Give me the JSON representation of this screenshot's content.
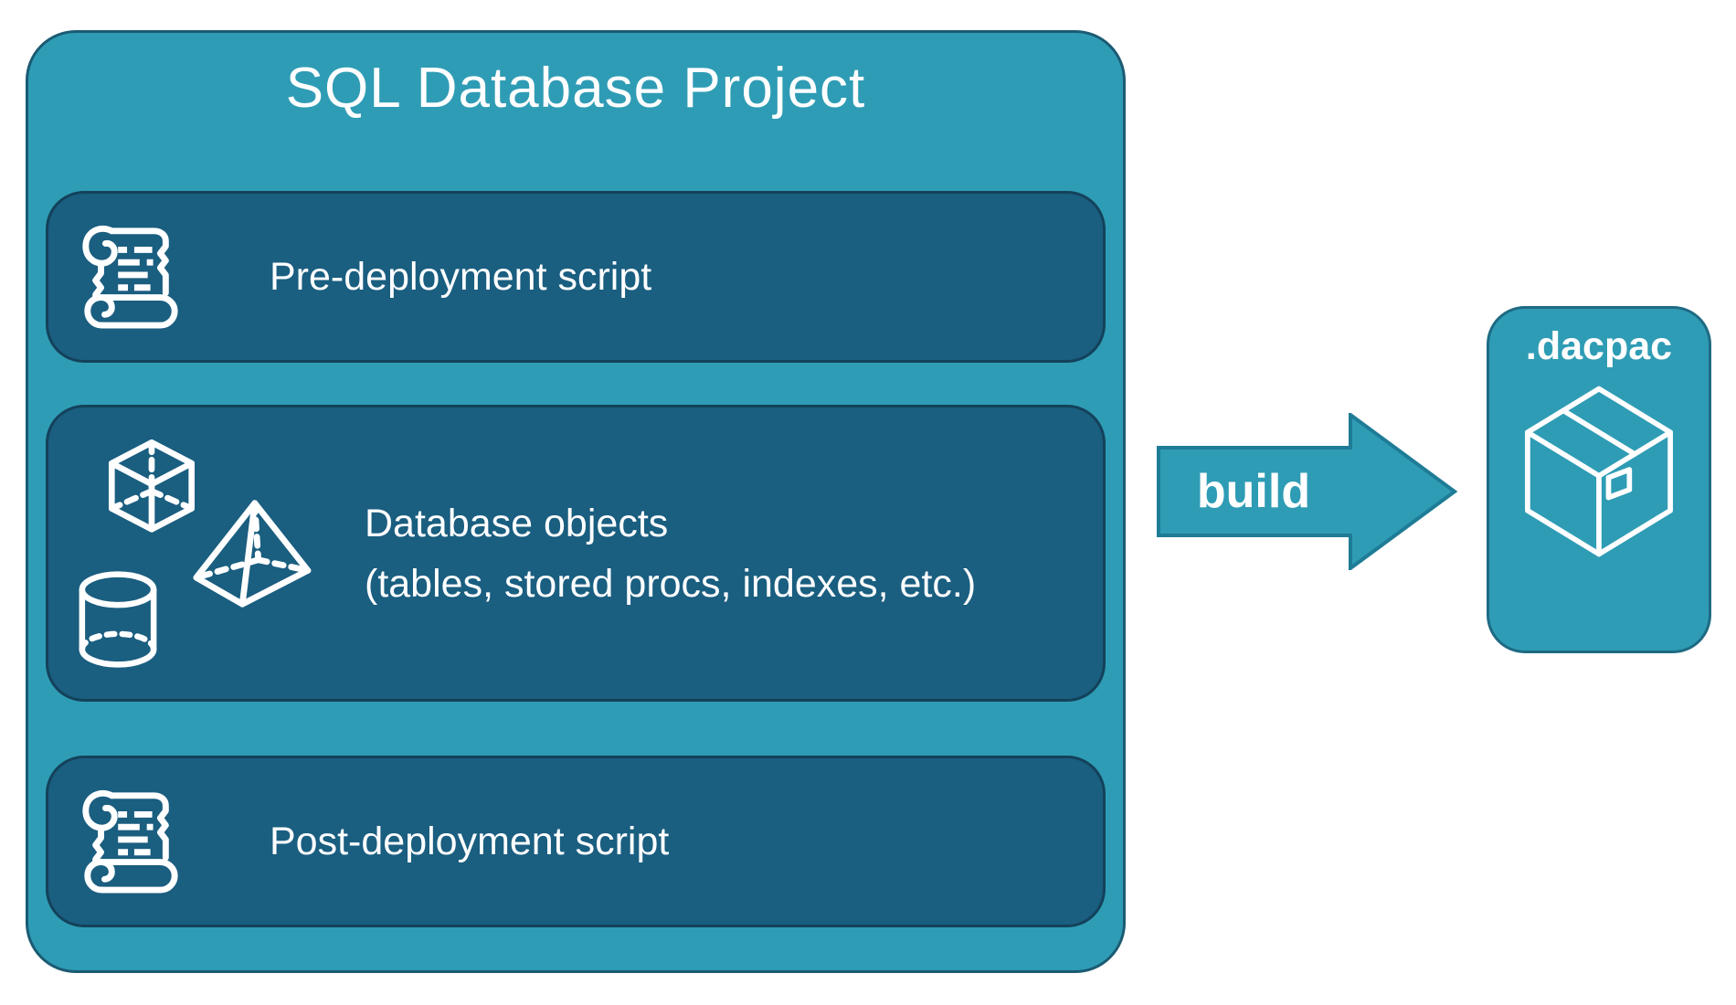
{
  "title": "SQL Database Project",
  "panels": {
    "pre": {
      "label": "Pre-deployment script",
      "icon": "scroll-icon"
    },
    "objects": {
      "line1": "Database objects",
      "line2": "(tables, stored procs, indexes, etc.)",
      "icons": [
        "cube-icon",
        "pyramid-icon",
        "cylinder-icon"
      ]
    },
    "post": {
      "label": "Post-deployment script",
      "icon": "scroll-icon"
    }
  },
  "arrow": {
    "label": "build"
  },
  "artifact": {
    "label": ".dacpac",
    "icon": "package-icon"
  },
  "colors": {
    "teal_fill": "#2F9CB5",
    "teal_border": "#1A5B73",
    "panel_fill": "#1A5E80",
    "panel_border": "#13425A",
    "arrow_border": "#1E7C96",
    "text": "#FFFFFF",
    "background": "#FFFFFF"
  }
}
